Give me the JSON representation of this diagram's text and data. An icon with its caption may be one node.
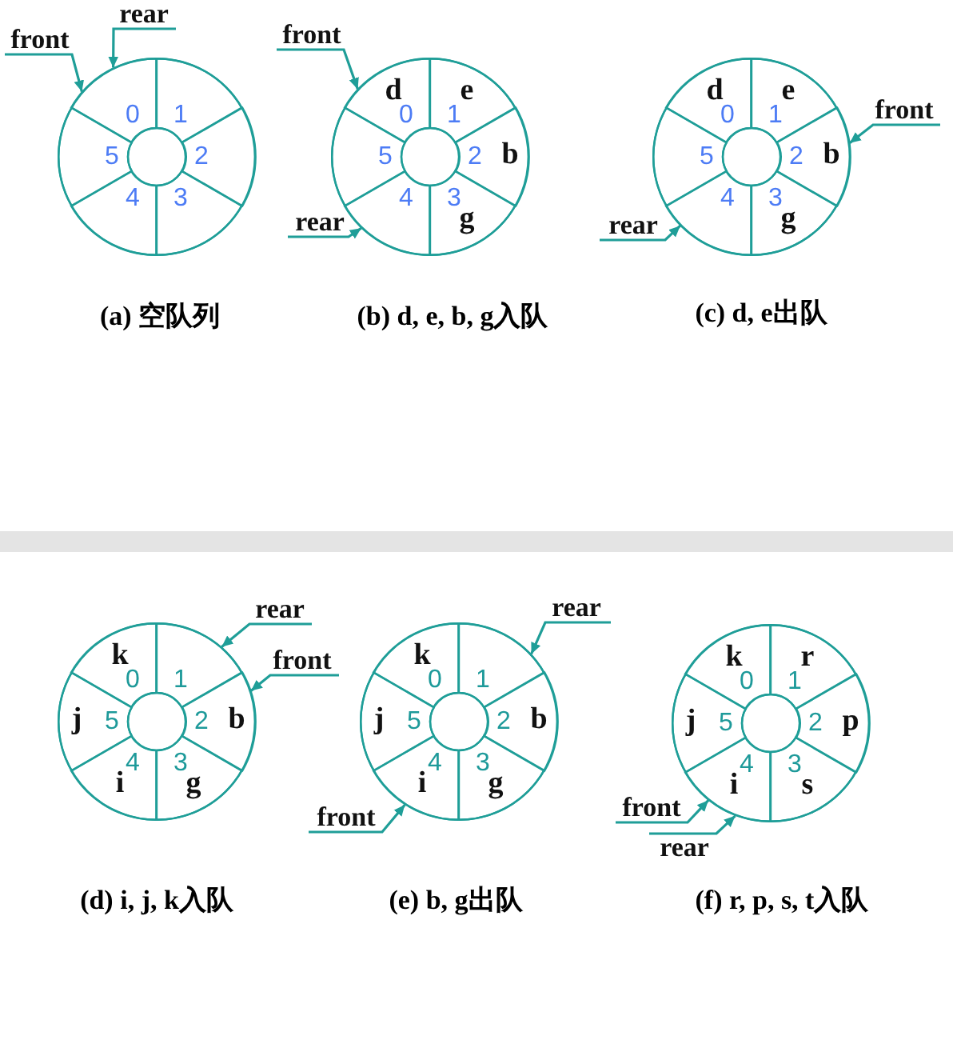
{
  "diagram": {
    "nodes": [
      {
        "text": [],
        "shape": "circle"
      },
      {
        "text": [
          "0"
        ],
        "in": 0
      },
      {
        "text": [
          "1"
        ],
        "in": 0
      },
      {
        "text": [
          "2"
        ],
        "in": 0
      },
      {
        "text": [
          "3"
        ],
        "in": 0
      },
      {
        "text": [
          "4"
        ],
        "in": 0
      },
      {
        "text": [
          "5"
        ],
        "in": 0
      },
      {
        "text": [
          "rear"
        ]
      },
      {
        "text": [
          "front"
        ]
      },
      {
        "text": [],
        "shape": "circle"
      },
      {
        "text": [
          "d",
          "0"
        ],
        "in": 9
      },
      {
        "text": [
          "1",
          "e"
        ],
        "in": 9
      },
      {
        "text": [
          "2",
          "b"
        ],
        "in": 9
      },
      {
        "text": [
          "3",
          "g"
        ],
        "in": 9
      },
      {
        "text": [
          "4"
        ],
        "in": 9
      },
      {
        "text": [
          "5"
        ],
        "in": 9
      },
      {
        "text": [
          "front"
        ]
      },
      {
        "text": [
          "rear"
        ]
      },
      {
        "text": [],
        "shape": "circle"
      },
      {
        "text": [
          "d",
          "0"
        ],
        "in": 18
      },
      {
        "text": [
          "1",
          "e"
        ],
        "in": 18
      },
      {
        "text": [
          "2",
          "b"
        ],
        "in": 18
      },
      {
        "text": [
          "3",
          "g"
        ],
        "in": 18
      },
      {
        "text": [
          "4"
        ],
        "in": 18
      },
      {
        "text": [
          "5"
        ],
        "in": 18
      },
      {
        "text": [
          "front"
        ]
      },
      {
        "text": [
          "rear"
        ]
      },
      {
        "text": [],
        "shape": "circle"
      },
      {
        "text": [
          "k",
          "0"
        ],
        "in": 27
      },
      {
        "text": [
          "1"
        ],
        "in": 27
      },
      {
        "text": [
          "2",
          "b"
        ],
        "in": 27
      },
      {
        "text": [
          "3",
          "g"
        ],
        "in": 27
      },
      {
        "text": [
          "4",
          "i"
        ],
        "in": 27
      },
      {
        "text": [
          "j",
          "5"
        ],
        "in": 27
      },
      {
        "text": [
          "rear"
        ]
      },
      {
        "text": [
          "front"
        ]
      },
      {
        "text": [],
        "shape": "circle"
      },
      {
        "text": [
          "k",
          "0"
        ],
        "in": 36
      },
      {
        "text": [
          "1"
        ],
        "in": 36
      },
      {
        "text": [
          "2",
          "b"
        ],
        "in": 36
      },
      {
        "text": [
          "3",
          "g"
        ],
        "in": 36
      },
      {
        "text": [
          "4",
          "i"
        ],
        "in": 36
      },
      {
        "text": [
          "j",
          "5"
        ],
        "in": 36
      },
      {
        "text": [
          "rear"
        ]
      },
      {
        "text": [
          "front"
        ]
      },
      {
        "text": [],
        "shape": "circle"
      },
      {
        "text": [
          "k",
          "0"
        ],
        "in": 45
      },
      {
        "text": [
          "1",
          "r"
        ],
        "in": 45
      },
      {
        "text": [
          "2",
          "p"
        ],
        "in": 45
      },
      {
        "text": [
          "3",
          "s"
        ],
        "in": 45
      },
      {
        "text": [
          "4",
          "i"
        ],
        "in": 45
      },
      {
        "text": [
          "j",
          "5"
        ],
        "in": 45
      },
      {
        "text": [
          "front"
        ]
      },
      {
        "text": [
          "rear"
        ]
      }
    ],
    "edges": [
      {
        "from": 7,
        "to": 1,
        "arrow": "to"
      },
      {
        "from": 8,
        "to": 1,
        "arrow": "to"
      },
      {
        "from": 16,
        "to": 10,
        "arrow": "to"
      },
      {
        "from": 17,
        "to": 14,
        "arrow": "to"
      },
      {
        "from": 25,
        "to": 21,
        "arrow": "to"
      },
      {
        "from": 26,
        "to": 23,
        "arrow": "to"
      },
      {
        "from": 34,
        "to": 29,
        "arrow": "to"
      },
      {
        "from": 35,
        "to": 30,
        "arrow": "to"
      },
      {
        "from": 43,
        "to": 38,
        "arrow": "to"
      },
      {
        "from": 44,
        "to": 41,
        "arrow": "to"
      },
      {
        "from": 52,
        "to": 50,
        "arrow": "to"
      },
      {
        "from": 53,
        "to": 50,
        "arrow": "to"
      }
    ],
    "labels": [
      "(a) 空队列",
      "(b) d, e, b, g入队",
      "(c) d, e出队",
      "(d) i, j, k入队",
      "(e) b, g出队",
      "(f) r, p, s, t入队"
    ]
  }
}
